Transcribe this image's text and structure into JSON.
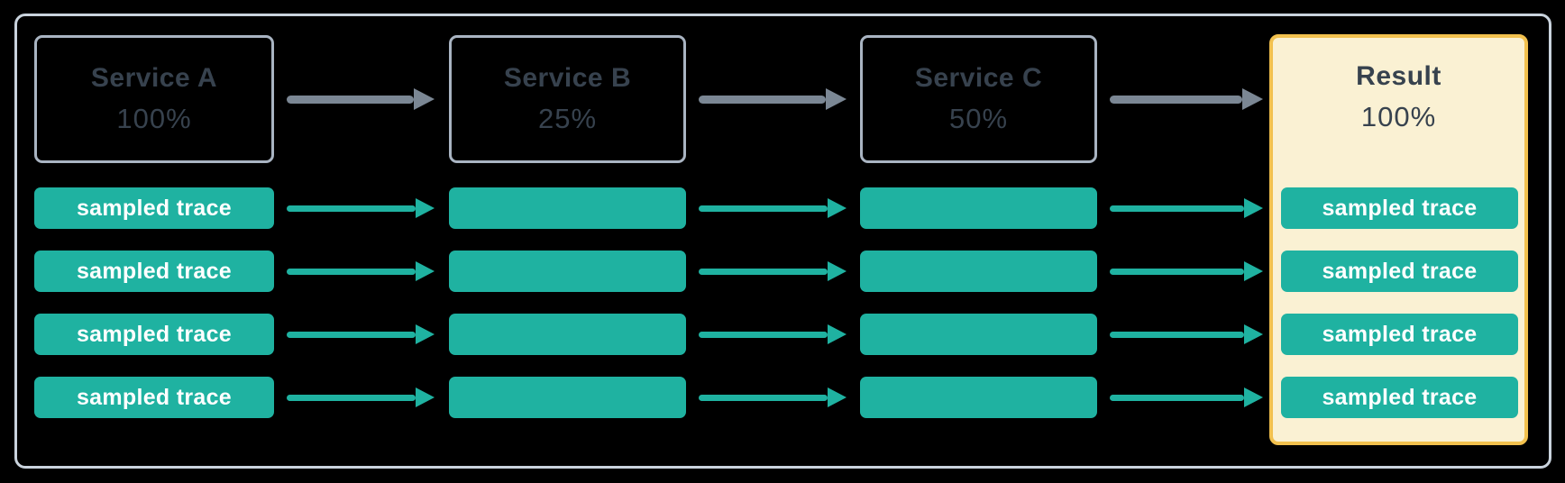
{
  "diagram": {
    "description": "Trace sampling flow across services",
    "trace_label": "sampled trace",
    "rows_per_column": 4,
    "columns": [
      {
        "label": "Service A",
        "percent": "100%",
        "type": "service"
      },
      {
        "label": "Service B",
        "percent": "25%",
        "type": "service"
      },
      {
        "label": "Service C",
        "percent": "50%",
        "type": "service"
      },
      {
        "label": "Result",
        "percent": "100%",
        "type": "result"
      }
    ],
    "icons": {
      "arrow_right": "triangle-right"
    },
    "colors": {
      "teal": "#1FB2A1",
      "slate_text": "#37424E",
      "gray_arrow": "#7B8794",
      "service_border": "#A9B4C2",
      "frame_border": "#C9D3DD",
      "result_background": "#FAF1D3",
      "result_border": "#F2C14E",
      "trace_text": "#FFFFFF",
      "background": "#000000"
    }
  }
}
